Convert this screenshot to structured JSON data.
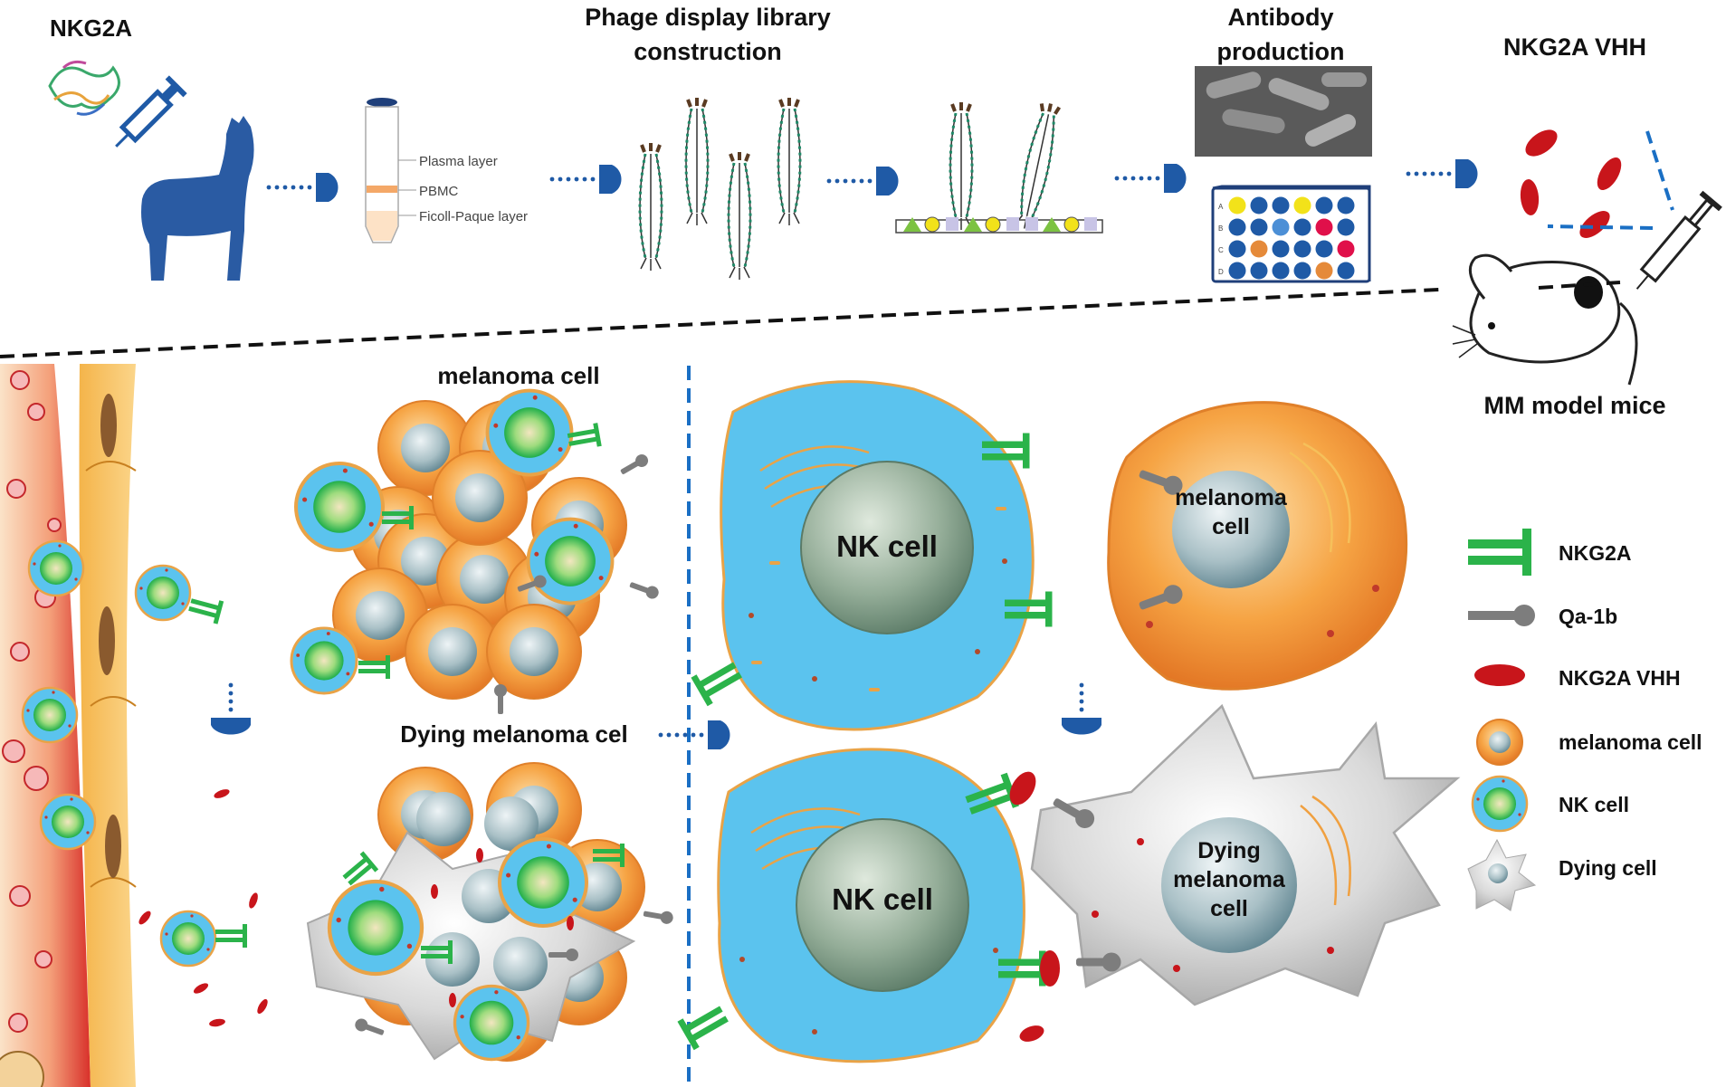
{
  "top": {
    "step1": "NKG2A",
    "step2_line1": "Phage display library",
    "step2_line2": "construction",
    "step3_line1": "Antibody",
    "step3_line2": "production",
    "step4": "NKG2A VHH",
    "tube_labels": {
      "plasma": "Plasma layer",
      "pbmc": "PBMC",
      "ficoll": "Ficoll-Paque layer"
    },
    "plate_rows": [
      "A",
      "B",
      "C",
      "D"
    ],
    "mouse_label": "MM model mice"
  },
  "bottom": {
    "left_cluster_top": "melanoma cell",
    "left_cluster_bottom": "Dying melanoma cel",
    "nk_top": "NK cell",
    "melanoma_cell_line1": "melanoma",
    "melanoma_cell_line2": "cell",
    "nk_bottom": "NK cell",
    "dying_line1": "Dying",
    "dying_line2": "melanoma",
    "dying_line3": "cell"
  },
  "legend": {
    "nkg2a": "NKG2A",
    "qa1b": "Qa-1b",
    "vhh": "NKG2A VHH",
    "melanoma": "melanoma cell",
    "nk": "NK cell",
    "dying": "Dying cell"
  },
  "colors": {
    "arrow_blue": "#1f5aa6",
    "divider_blue": "#1a6fc4",
    "nk_blue": "#5bc3ee",
    "melanoma_orange": "#f08a2c",
    "receptor_green": "#2bb34a",
    "vhh_red": "#c8151b",
    "ligand_grey": "#7d7d7d",
    "vessel_red": "#d8302a",
    "endothelium_yellow": "#f7c461",
    "alpaca_blue": "#2a5ba3"
  }
}
